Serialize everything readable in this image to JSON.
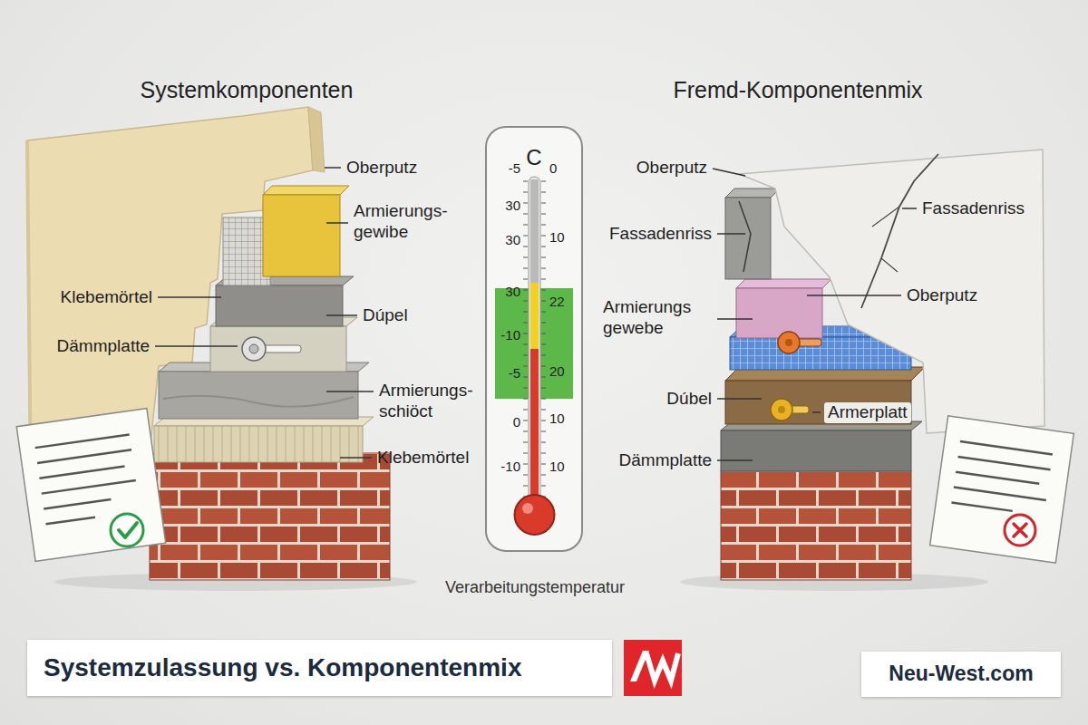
{
  "diagram": {
    "nodes": [
      {
        "text": [
          "Systemzulassung vs. Komponentenmix"
        ]
      },
      {
        "text": [
          "Neu-West.com"
        ]
      }
    ],
    "labels": [
      "Systemkomponenten",
      "Fremd-Komponentenmix",
      "Oberputz",
      "Armierungs- gewibe",
      "Klebemörtel",
      "Dúpel",
      "Dämmplatte",
      "Armierungs- schiöct",
      "Klebemörtel",
      "C",
      "-5",
      "0",
      "30",
      "30",
      "10",
      "30",
      "22",
      "-10",
      "-5",
      "20",
      "0",
      "10",
      "-10",
      "10",
      "Verarbeitungstemperatur",
      "Oberputz",
      "Fassadenriss",
      "Fassadenriss",
      "Oberputz",
      "Armierungs gewebe",
      "Dúbel",
      "Armerplatt",
      "Dämmplatte"
    ]
  }
}
